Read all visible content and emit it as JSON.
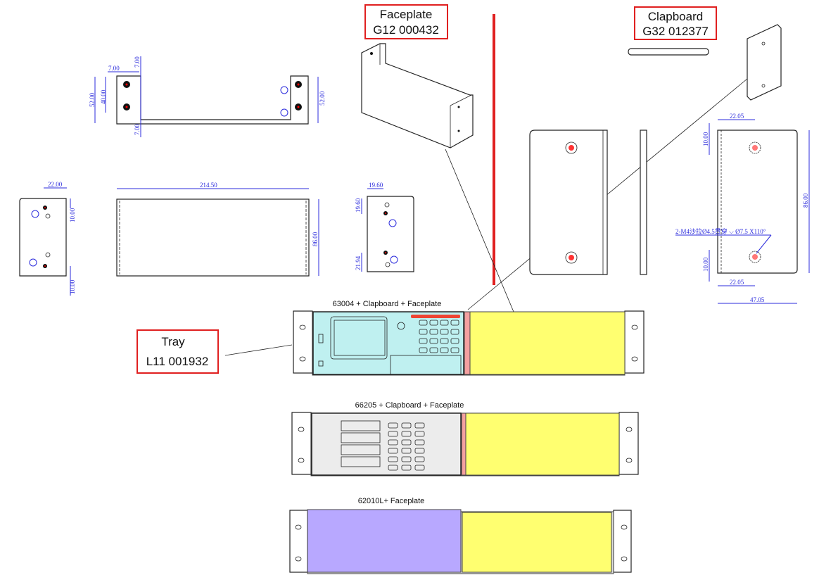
{
  "labels": {
    "faceplate": {
      "name": "Faceplate",
      "code": "G12 000432"
    },
    "clapboard": {
      "name": "Clapboard",
      "code": "G32 012377"
    },
    "tray": {
      "name": "Tray",
      "code": "L11 001932"
    }
  },
  "captions": {
    "panel1": "63004 + Clapboard + Faceplate",
    "panel2": "66205 + Clapboard + Faceplate",
    "panel3": "62010L+ Faceplate"
  },
  "dimensions": {
    "top_view": {
      "w1": "7.00",
      "h_top": "7.00",
      "h_bottom": "7.00",
      "h52_left": "52.00",
      "h40": "40.00",
      "h52_right": "52.00",
      "callout": "2"
    },
    "left_view": {
      "w22": "22.00",
      "h10a": "10.00",
      "h10b": "10.00",
      "callout": "2"
    },
    "front_view": {
      "w": "214.50",
      "h": "86.00"
    },
    "right_view": {
      "w": "19.60",
      "h_top": "19.60",
      "h_bottom": "21.94",
      "callout": "2"
    },
    "clapboard_view": {
      "w_top": "22.05",
      "w_bottom": "22.05",
      "w_total": "47.05",
      "h": "86.00",
      "h_top": "10.00",
      "h_bottom": "10.00",
      "note": "2-M4沙拉Ø4.5貫穿 ⌵ Ø7.5 X110°"
    }
  },
  "colors": {
    "label_border": "#e02020",
    "dimension": "#2b2bdc",
    "panel_cyan": "#bff0f0",
    "panel_yellow": "#ffff70",
    "panel_purple": "#b8a8ff",
    "clapboard_pink": "#f4a0a0"
  }
}
